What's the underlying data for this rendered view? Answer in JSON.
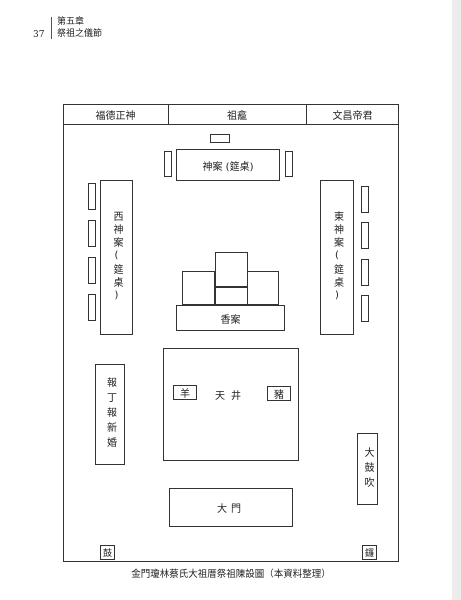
{
  "header": {
    "page_number": "37",
    "chapter": "第五章",
    "chapter_title": "祭祖之儀節"
  },
  "diagram": {
    "top_bar": [
      "福德正神",
      "祖龕",
      "文昌帝君"
    ],
    "main_altar": "神案 (筵桌)",
    "west_altar": "西神案(筵桌)",
    "east_altar": "東神案(筵桌)",
    "incense_table": "香案",
    "courtyard": "天井",
    "goat": "羊",
    "pig": "豬",
    "left_notice": "報丁報新婚",
    "right_notice": "大鼓吹",
    "gate": "大門",
    "drum": "鼓",
    "gong": "鑼"
  },
  "caption": "金門瓊林蔡氏大祖厝祭祖陳設圖（本資料整理）"
}
